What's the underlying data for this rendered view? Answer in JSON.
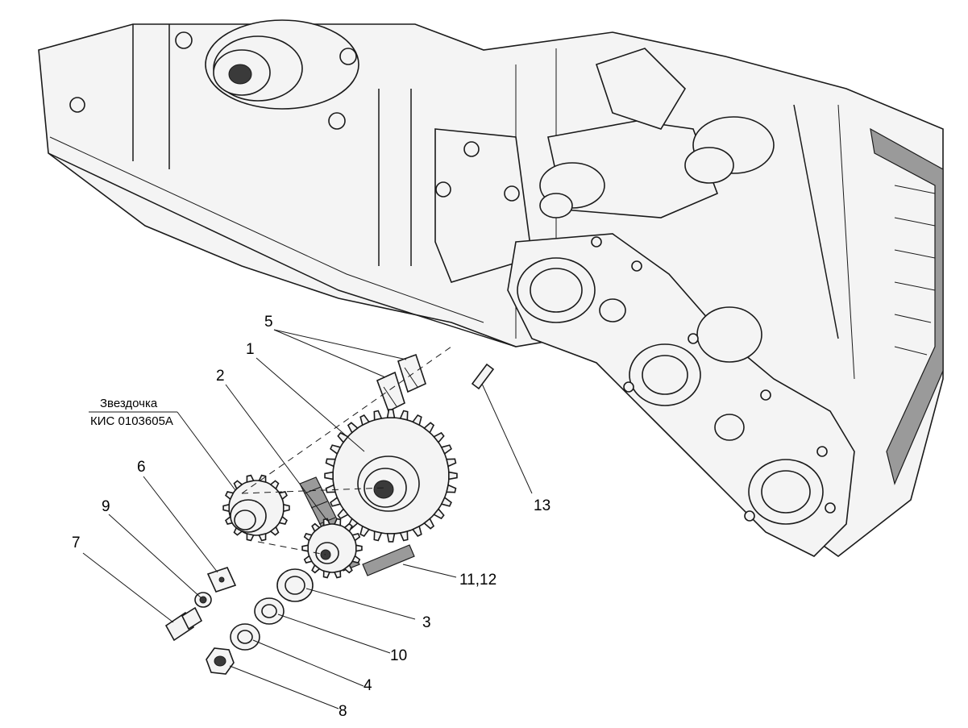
{
  "callouts": {
    "c1": "1",
    "c2": "2",
    "c3": "3",
    "c4": "4",
    "c5": "5",
    "c6": "6",
    "c7": "7",
    "c8": "8",
    "c9": "9",
    "c10": "10",
    "c11_12": "11,12",
    "c13": "13"
  },
  "note": {
    "line1": "Звездочка",
    "line2": "КИС 0103605А"
  }
}
